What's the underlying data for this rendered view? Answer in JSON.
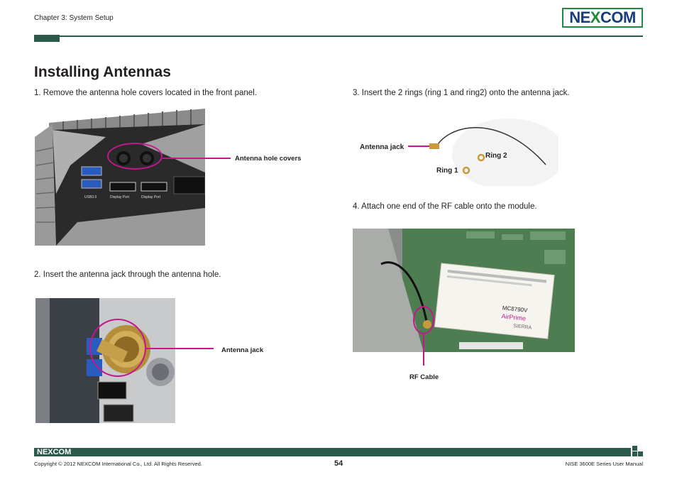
{
  "header": {
    "chapter": "Chapter 3: System Setup",
    "logo_text_1": "NE",
    "logo_text_x": "X",
    "logo_text_2": "COM"
  },
  "title": "Installing Antennas",
  "steps": {
    "step1": "1. Remove the antenna hole covers located in the front panel.",
    "step2": "2. Insert the antenna jack through the antenna hole.",
    "step3": "3. Insert the 2 rings (ring 1 and ring2) onto the antenna jack.",
    "step4": "4. Attach one end of the RF cable onto the module."
  },
  "callouts": {
    "hole_covers": "Antenna hole covers",
    "antenna_jack": "Antenna jack",
    "rf_cable": "RF Cable"
  },
  "photo_labels": {
    "usb": "USB3.0",
    "dp1": "Display Port",
    "dp2": "Display Port",
    "jack": "Antenna jack",
    "ring2": "Ring 2",
    "ring1": "Ring 1",
    "module_brand": "AirPrime",
    "module_model": "MC8790V",
    "module_maker": "SIERRA"
  },
  "footer": {
    "logo": "NEXCOM",
    "copyright": "Copyright © 2012 NEXCOM International Co., Ltd. All Rights Reserved.",
    "page": "54",
    "manual": "NISE 3600E Series User Manual"
  },
  "colors": {
    "accent": "#c6168d",
    "brand_green": "#1e8a3c",
    "brand_blue": "#1a3d7c",
    "rule": "#2b5a4a"
  }
}
